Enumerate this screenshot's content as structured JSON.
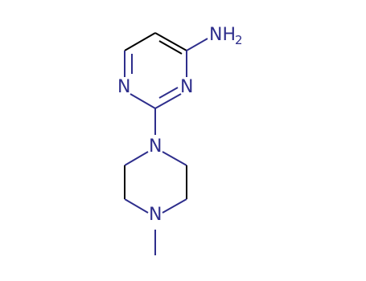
{
  "molecule": {
    "atoms": {
      "amine": "NH",
      "amine_subscript": "2",
      "ring_n_left": "N",
      "ring_n_right": "N",
      "piperazine_n_top": "N",
      "piperazine_n_bottom": "N"
    },
    "colors": {
      "bond": "#000000",
      "heteroatom": "#2e2e8c"
    }
  }
}
